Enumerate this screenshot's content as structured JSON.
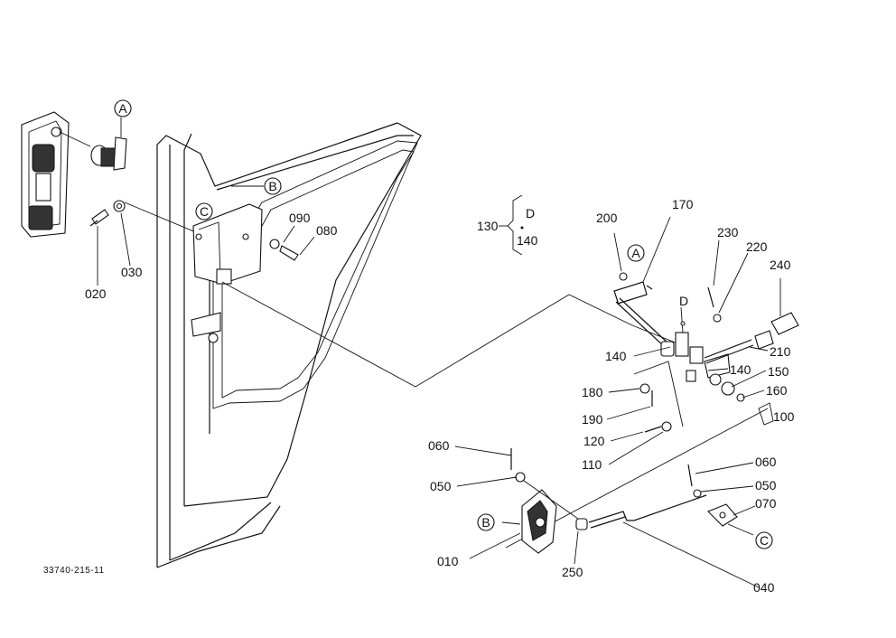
{
  "drawing_number": "33740-215-11",
  "refs": {
    "a1": "A",
    "a2": "A",
    "b1": "B",
    "b2": "B",
    "c1": "C",
    "c2": "C",
    "d1": "D",
    "d2": "D"
  },
  "parts": {
    "p010": "010",
    "p020": "020",
    "p030": "030",
    "p040": "040",
    "p050a": "050",
    "p050b": "050",
    "p060a": "060",
    "p060b": "060",
    "p070": "070",
    "p080": "080",
    "p090": "090",
    "p100": "100",
    "p110": "110",
    "p120": "120",
    "p130": "130",
    "p140a": "140",
    "p140b": "140",
    "p140c": "140",
    "p150": "150",
    "p160": "160",
    "p170": "170",
    "p180": "180",
    "p190": "190",
    "p200": "200",
    "p210": "210",
    "p220": "220",
    "p230": "230",
    "p240": "240",
    "p250": "250"
  }
}
